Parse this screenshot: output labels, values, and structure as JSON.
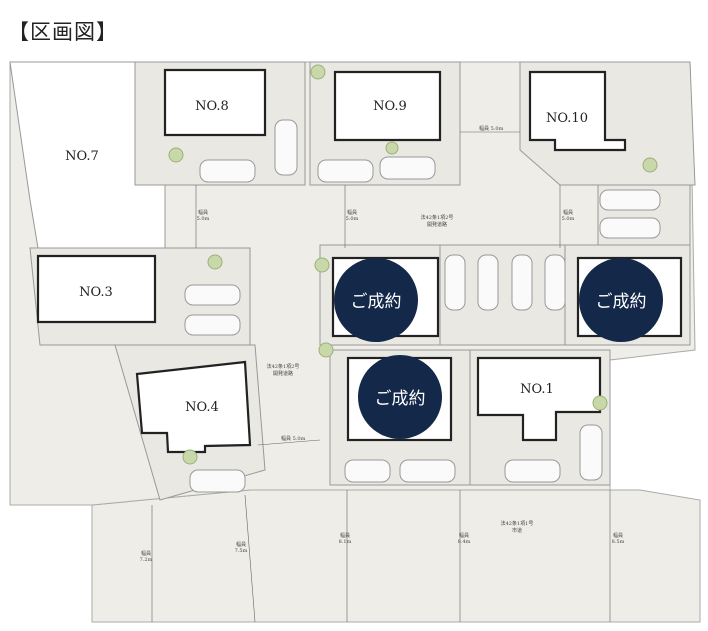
{
  "title": "【区画図】",
  "lots": [
    {
      "id": "NO.7"
    },
    {
      "id": "NO.8"
    },
    {
      "id": "NO.9"
    },
    {
      "id": "NO.10"
    },
    {
      "id": "NO.3"
    },
    {
      "id": "NO.4"
    },
    {
      "id": "NO.1"
    }
  ],
  "sold_label": "ご成約",
  "colors": {
    "sold": "#14284a",
    "lot": "#e9e8e3",
    "building": "#ffffff"
  },
  "roads": {
    "dev_road_line1": "法42条1項2号",
    "dev_road_line2": "開発道路",
    "city_road_line1": "法42条1項1号",
    "city_road_line2": "市道",
    "width_label": "幅員",
    "w_5_0": "5.0m",
    "w_7_2": "7.2m",
    "w_7_5": "7.5m",
    "w_8_1": "8.1m",
    "w_8_4": "8.4m",
    "w_8_5": "8.5m"
  }
}
